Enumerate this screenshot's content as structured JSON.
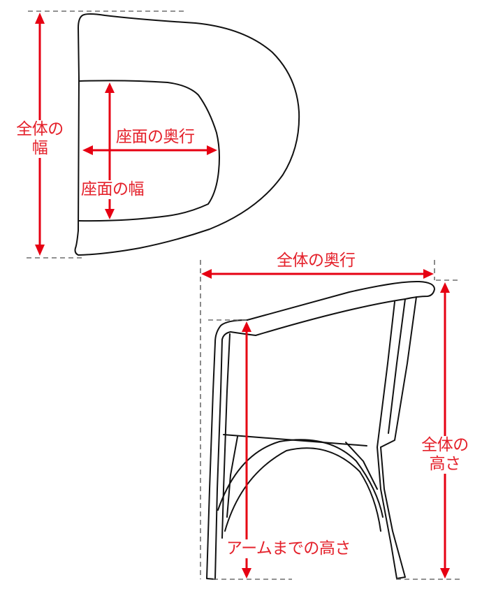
{
  "colors": {
    "dimension_red": "#e60012",
    "label_red": "#e4202a",
    "outline": "#111111",
    "guide_gray": "#6e6e6e"
  },
  "top_view": {
    "overall_width": {
      "line1": "全体の",
      "line2": "幅"
    },
    "seat_depth": "座面の奥行",
    "seat_width": "座面の幅"
  },
  "side_view": {
    "overall_depth": "全体の奥行",
    "overall_height": {
      "line1": "全体の",
      "line2": "高さ"
    },
    "arm_height": "アームまでの高さ"
  }
}
